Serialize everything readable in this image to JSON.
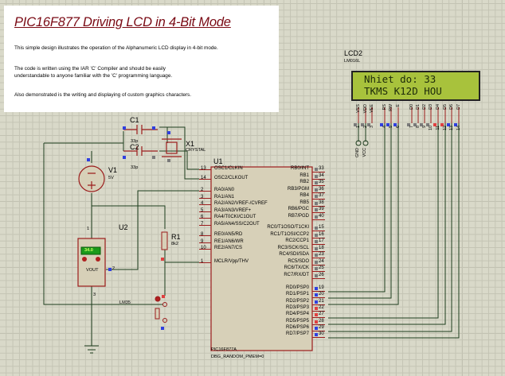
{
  "note": {
    "title": "PIC16F877 Driving LCD in 4-Bit Mode",
    "paragraphs": [
      "This simple design illustrates the operation of the Alphanumeric LCD display in 4-bit mode.",
      "The code is written using the IAR 'C' Compiler and should be easily understandable to anyone familiar with the 'C' programming language.",
      "Also demonstrated is the writing and displaying of custom graphics characters."
    ]
  },
  "lcd": {
    "ref": "LCD2",
    "part": "LM016L",
    "line1": "Nhiet do: 33",
    "line2": "TKMS K12D HOU",
    "pin_names": [
      "VSS",
      "VDD",
      "VEE",
      "RS",
      "RW",
      "E",
      "D0",
      "D1",
      "D2",
      "D3",
      "D4",
      "D5",
      "D6",
      "D7"
    ],
    "pin_numbers": [
      "1",
      "2",
      "3",
      "4",
      "5",
      "6",
      "7",
      "8",
      "9",
      "10",
      "11",
      "12",
      "13",
      "14"
    ],
    "power_labels": [
      "GND",
      "VCC"
    ]
  },
  "components": {
    "c1": {
      "ref": "C1",
      "value": "33p"
    },
    "c2": {
      "ref": "C2",
      "value": "33p"
    },
    "x1": {
      "ref": "X1",
      "value": "CRYSTAL"
    },
    "v1": {
      "ref": "V1",
      "value": "5V"
    },
    "u2": {
      "ref": "U2",
      "display": "34.0",
      "pin_out": "VOUT",
      "pins": [
        "1",
        "2",
        "3"
      ],
      "part": "LM35"
    },
    "r1": {
      "ref": "R1",
      "value": "8k2"
    },
    "u1": {
      "ref": "U1",
      "part": "PIC16F877A",
      "prop": "DBG_RANDOM_PMEM=0"
    }
  },
  "u1_left_pins": [
    {
      "num": "13",
      "name": "OSC1/CLKIN"
    },
    {
      "num": "14",
      "name": "OSC2/CLKOUT"
    },
    {
      "num": "2",
      "name": "RA0/AN0"
    },
    {
      "num": "3",
      "name": "RA1/AN1"
    },
    {
      "num": "4",
      "name": "RA2/AN2/VREF-/CVREF"
    },
    {
      "num": "5",
      "name": "RA3/AN3/VREF+"
    },
    {
      "num": "6",
      "name": "RA4/T0CKI/C1OUT"
    },
    {
      "num": "7",
      "name": "RA5/AN4/SS/C2OUT"
    },
    {
      "num": "8",
      "name": "RE0/AN5/RD"
    },
    {
      "num": "9",
      "name": "RE1/AN6/WR"
    },
    {
      "num": "10",
      "name": "RE2/AN7/CS"
    },
    {
      "num": "1",
      "name": "MCLR/Vpp/THV"
    }
  ],
  "u1_right_pins": [
    {
      "num": "33",
      "name": "RB0/INT"
    },
    {
      "num": "34",
      "name": "RB1"
    },
    {
      "num": "35",
      "name": "RB2"
    },
    {
      "num": "36",
      "name": "RB3/PGM"
    },
    {
      "num": "37",
      "name": "RB4"
    },
    {
      "num": "38",
      "name": "RB5"
    },
    {
      "num": "39",
      "name": "RB6/PGC"
    },
    {
      "num": "40",
      "name": "RB7/PGD"
    },
    {
      "num": "15",
      "name": "RC0/T1OSO/T1CKI"
    },
    {
      "num": "16",
      "name": "RC1/T1OSI/CCP2"
    },
    {
      "num": "17",
      "name": "RC2/CCP1"
    },
    {
      "num": "18",
      "name": "RC3/SCK/SCL"
    },
    {
      "num": "23",
      "name": "RC4/SDI/SDA"
    },
    {
      "num": "24",
      "name": "RC5/SDO"
    },
    {
      "num": "25",
      "name": "RC6/TX/CK"
    },
    {
      "num": "26",
      "name": "RC7/RX/DT"
    },
    {
      "num": "19",
      "name": "RD0/PSP0"
    },
    {
      "num": "20",
      "name": "RD1/PSP1"
    },
    {
      "num": "21",
      "name": "RD2/PSP2"
    },
    {
      "num": "22",
      "name": "RD3/PSP3"
    },
    {
      "num": "27",
      "name": "RD4/PSP4"
    },
    {
      "num": "28",
      "name": "RD5/PSP5"
    },
    {
      "num": "29",
      "name": "RD6/PSP6"
    },
    {
      "num": "30",
      "name": "RD7/PSP7"
    }
  ],
  "colors": {
    "wire": "#1d3d1d",
    "component": "#9b1c1c",
    "pin_high": "#e04040",
    "pin_low": "#2f3fe0",
    "pin_float": "#7a7a7a",
    "lcd_bg": "#a8c23c"
  }
}
